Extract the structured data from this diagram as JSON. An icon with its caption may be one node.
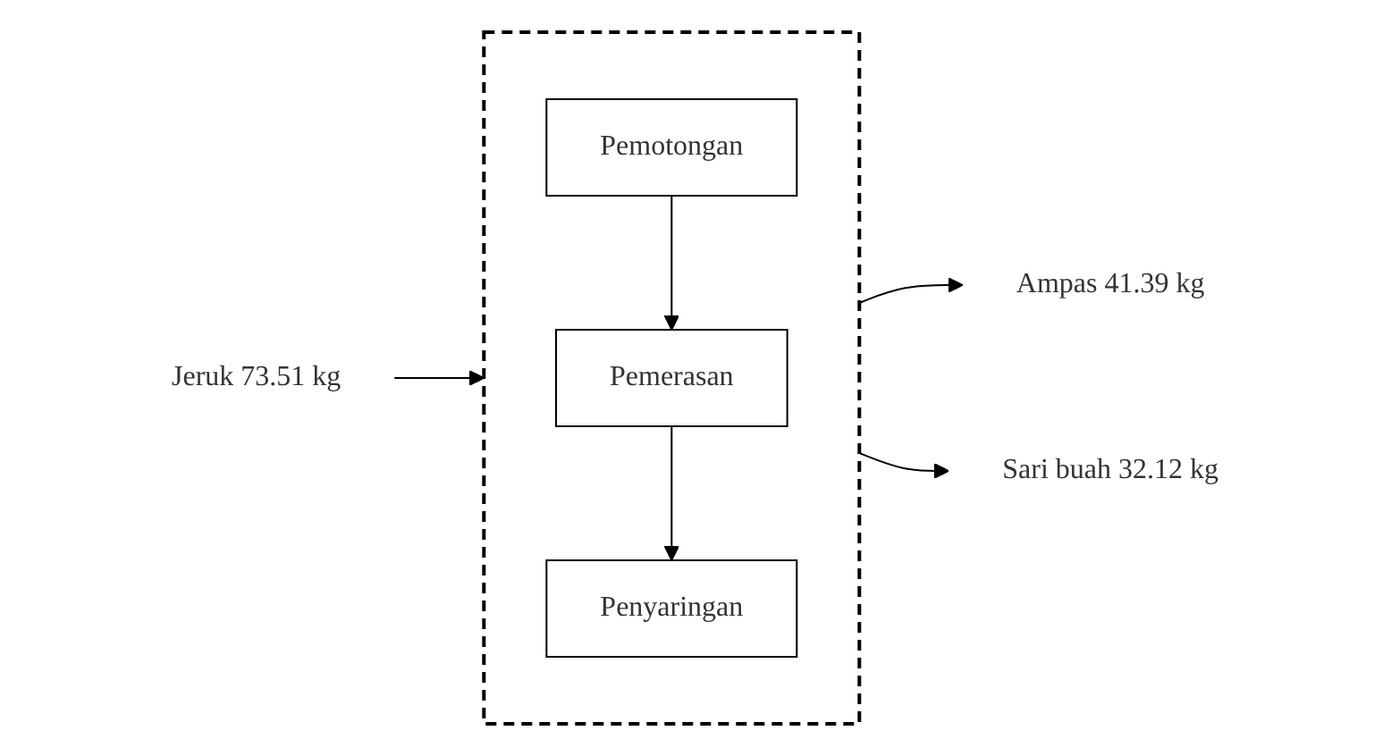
{
  "diagram": {
    "nodes": [
      {
        "text": [],
        "shape": "box"
      },
      {
        "text": [
          "Pemotongan"
        ],
        "in": 0
      },
      {
        "text": [
          "Pemerasan"
        ],
        "in": 0
      },
      {
        "text": [
          "Penyaringan"
        ],
        "in": 0
      },
      {
        "text": [
          "Jeruk 73.51 kg"
        ]
      },
      {
        "text": [
          "Ampas 41.39 kg"
        ]
      },
      {
        "text": [
          "Sari buah 32.12 kg"
        ]
      }
    ],
    "edges": [
      {
        "from": 1,
        "to": 2,
        "arrow": "to"
      },
      {
        "from": 2,
        "to": 3,
        "arrow": "to"
      },
      {
        "from": 4,
        "to": 0,
        "arrow": "to"
      },
      {
        "from": 0,
        "to": 5,
        "arrow": "to"
      },
      {
        "from": 0,
        "to": 6,
        "arrow": "to"
      }
    ]
  }
}
